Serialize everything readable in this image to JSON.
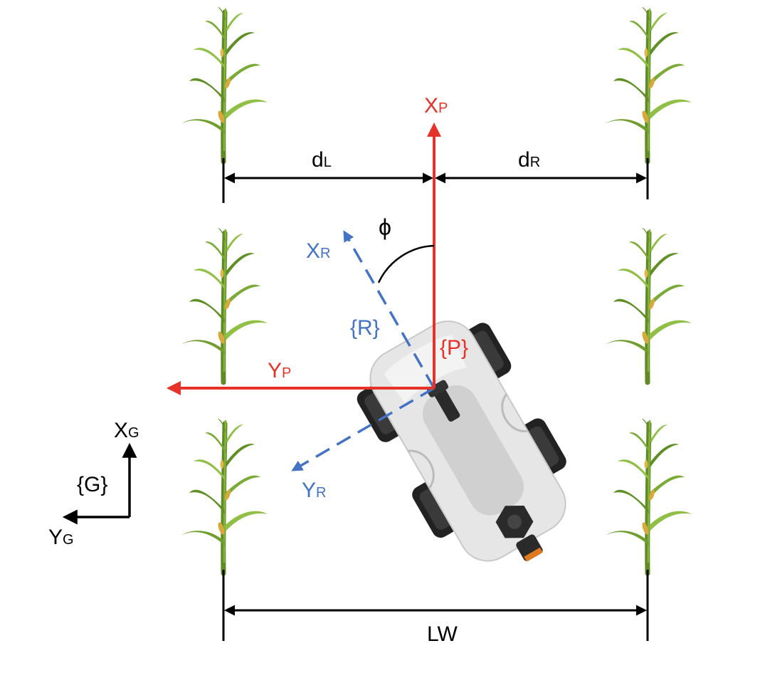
{
  "colors": {
    "frame_P": "#e53329",
    "frame_R": "#4472c4",
    "dimension": "#000000",
    "stalk": "#5f8a26",
    "leaf_light": "#8fbf45",
    "leaf_dark": "#4a7a1e",
    "cob": "#d9a83a",
    "robot_body": "#e6e6e6",
    "robot_dark": "#2a2a2a",
    "accent_orange": "#e07820"
  },
  "labels": {
    "xp_main": "X",
    "xp_sub": "P",
    "yp_main": "Y",
    "yp_sub": "P",
    "p_frame": "{P}",
    "xr_main": "X",
    "xr_sub": "R",
    "yr_main": "Y",
    "yr_sub": "R",
    "r_frame": "{R}",
    "xg_main": "X",
    "xg_sub": "G",
    "yg_main": "Y",
    "yg_sub": "G",
    "g_frame": "{G}",
    "dl_main": "d",
    "dl_sub": "L",
    "dr_main": "d",
    "dr_sub": "R",
    "phi": "ϕ",
    "lw": "LW"
  },
  "icons": {
    "plant": "corn-plant-icon",
    "robot": "wheeled-robot-icon"
  }
}
